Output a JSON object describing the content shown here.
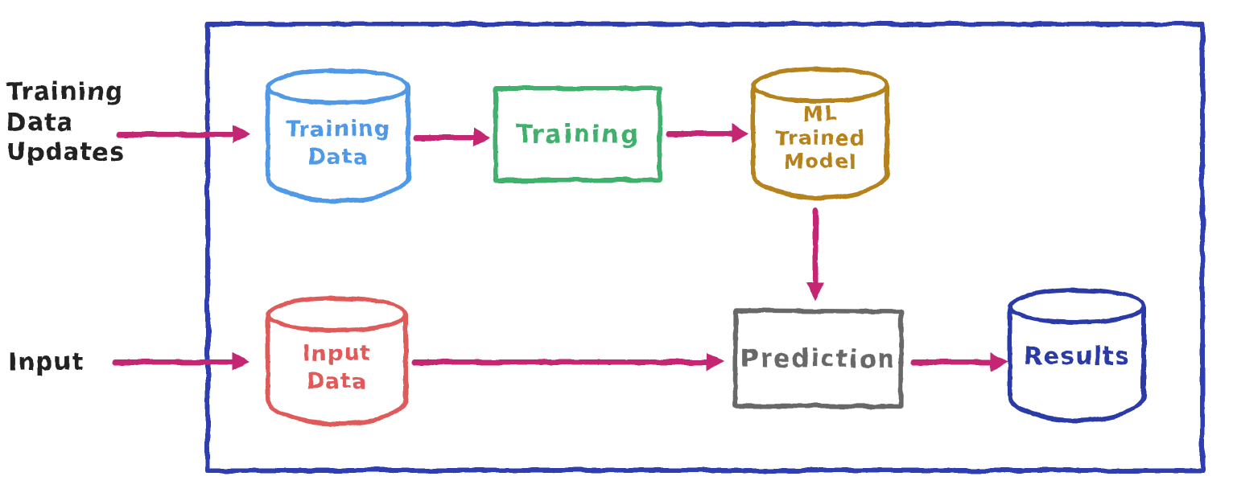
{
  "diagram": {
    "description": "hand-drawn machine learning pipeline diagram"
  },
  "colors": {
    "boundary_blue": "#2e3db2",
    "arrow_pink": "#c42573",
    "training_data_blue": "#4f99e8",
    "training_green": "#3fb16d",
    "ml_model_gold": "#b5821a",
    "input_data_red": "#e05a5a",
    "prediction_gray": "#676767",
    "results_blue": "#2c3ba8",
    "label_black": "#222222"
  },
  "external_labels": {
    "training_updates": "Training\nData\nUpdates",
    "input": "Input"
  },
  "nodes": {
    "training_data": {
      "type": "cylinder",
      "label": "Training\nData"
    },
    "training": {
      "type": "rect",
      "label": "Training"
    },
    "ml_trained_model": {
      "type": "cylinder",
      "label": "ML\nTrained\nModel"
    },
    "input_data": {
      "type": "cylinder",
      "label": "Input\nData"
    },
    "prediction": {
      "type": "rect",
      "label": "Prediction"
    },
    "results": {
      "type": "cylinder",
      "label": "Results"
    }
  },
  "edges": [
    {
      "from": "training-data-updates-label",
      "to": "training_data"
    },
    {
      "from": "training_data",
      "to": "training"
    },
    {
      "from": "training",
      "to": "ml_trained_model"
    },
    {
      "from": "ml_trained_model",
      "to": "prediction"
    },
    {
      "from": "input-label",
      "to": "input_data"
    },
    {
      "from": "input_data",
      "to": "prediction"
    },
    {
      "from": "prediction",
      "to": "results"
    }
  ]
}
